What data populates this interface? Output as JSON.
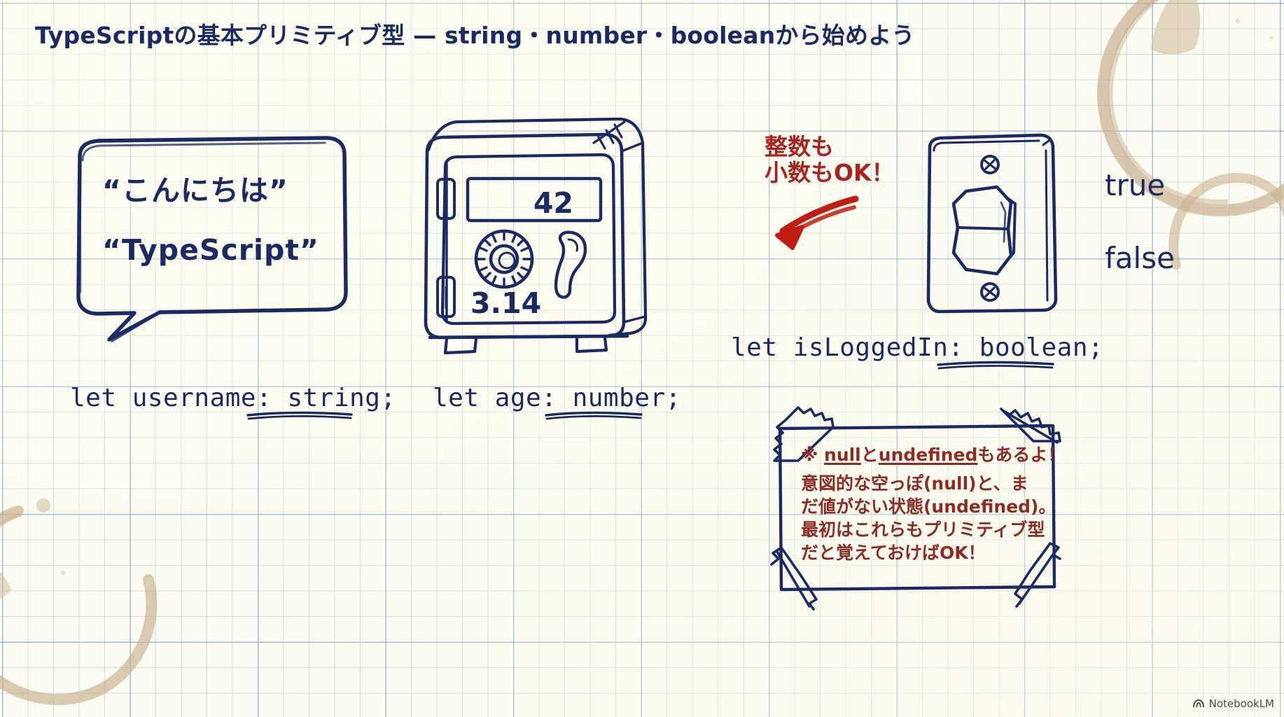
{
  "page": {
    "title": "TypeScriptの基本プリミティブ型 — string・number・booleanから始めよう",
    "background_color": "#fbfbf2",
    "ink_color": "#1b2a63",
    "accent_red": "#a9231f",
    "memo_red": "#8e2b26",
    "grid_color": "#6e96be"
  },
  "string_section": {
    "bubble_line1": "“こんにちは”",
    "bubble_line2": "“TypeScript”",
    "code_prefix": "let username: ",
    "code_type": "string",
    "code_suffix": ";"
  },
  "number_section": {
    "display_value": "42",
    "decimal_value": "3.14",
    "code_prefix": "let age: ",
    "code_type": "number",
    "code_suffix": ";",
    "annotation_line1": "整数も",
    "annotation_line2": "小数もOK！"
  },
  "boolean_section": {
    "true_label": "true",
    "false_label": "false",
    "code_prefix": "let isLoggedIn: ",
    "code_type": "boolean",
    "code_suffix": ";"
  },
  "memo": {
    "line1_prefix": "※ ",
    "line1_a": "null",
    "line1_mid": "と",
    "line1_b": "undefined",
    "line1_suffix": "もあるよ！",
    "line2": "意図的な空っぽ(null)と、ま",
    "line3": "だ値がない状態(undefined)。",
    "line4": "最初はこれらもプリミティブ型",
    "line5": "だと覚えておけばOK！"
  },
  "watermark": {
    "label": "NotebookLM"
  }
}
